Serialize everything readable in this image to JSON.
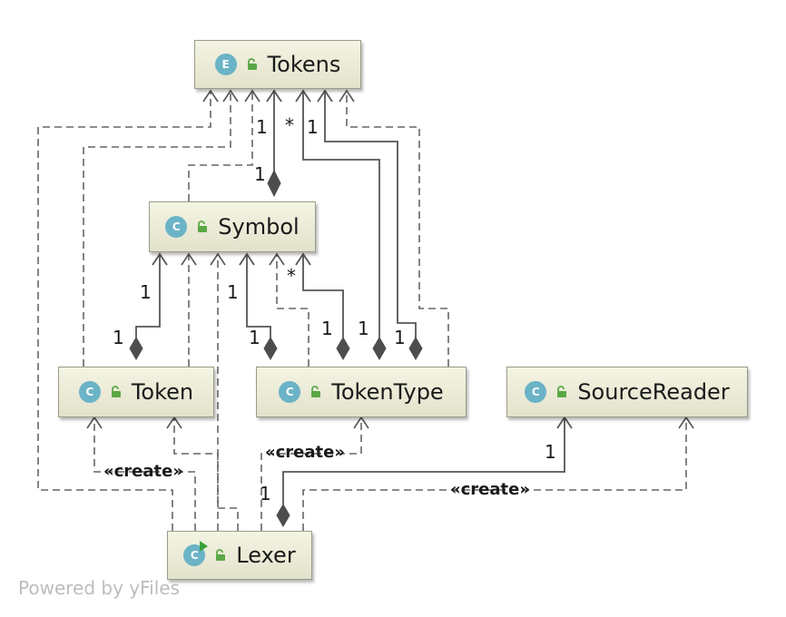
{
  "classes": {
    "tokens": {
      "kind": "E",
      "name": "Tokens"
    },
    "symbol": {
      "kind": "C",
      "name": "Symbol"
    },
    "token": {
      "kind": "C",
      "name": "Token"
    },
    "tokentype": {
      "kind": "C",
      "name": "TokenType"
    },
    "sourcereader": {
      "kind": "C",
      "name": "SourceReader"
    },
    "lexer": {
      "kind": "C",
      "name": "Lexer"
    }
  },
  "multiplicities": {
    "tokens_1a": "1",
    "tokens_star": "*",
    "tokens_1b": "1",
    "symbol_top_1": "1",
    "symbol_1a": "1",
    "symbol_1b": "1",
    "symbol_star": "*",
    "token_1": "1",
    "tt_1": "1",
    "tt_1b": "1",
    "tt_1c": "1",
    "tt_1d": "1",
    "sr_1": "1",
    "lexer_1": "1"
  },
  "stereotypes": {
    "create_token": "«create»",
    "create_tokentype": "«create»",
    "create_sourcereader": "«create»"
  },
  "colors": {
    "badge_class": "#6bb3c7",
    "badge_enum": "#6bb3c7",
    "lock_green": "#5aa845",
    "edge": "#555555",
    "diamond": "#4d4d4d"
  },
  "watermark": "Powered by yFiles"
}
